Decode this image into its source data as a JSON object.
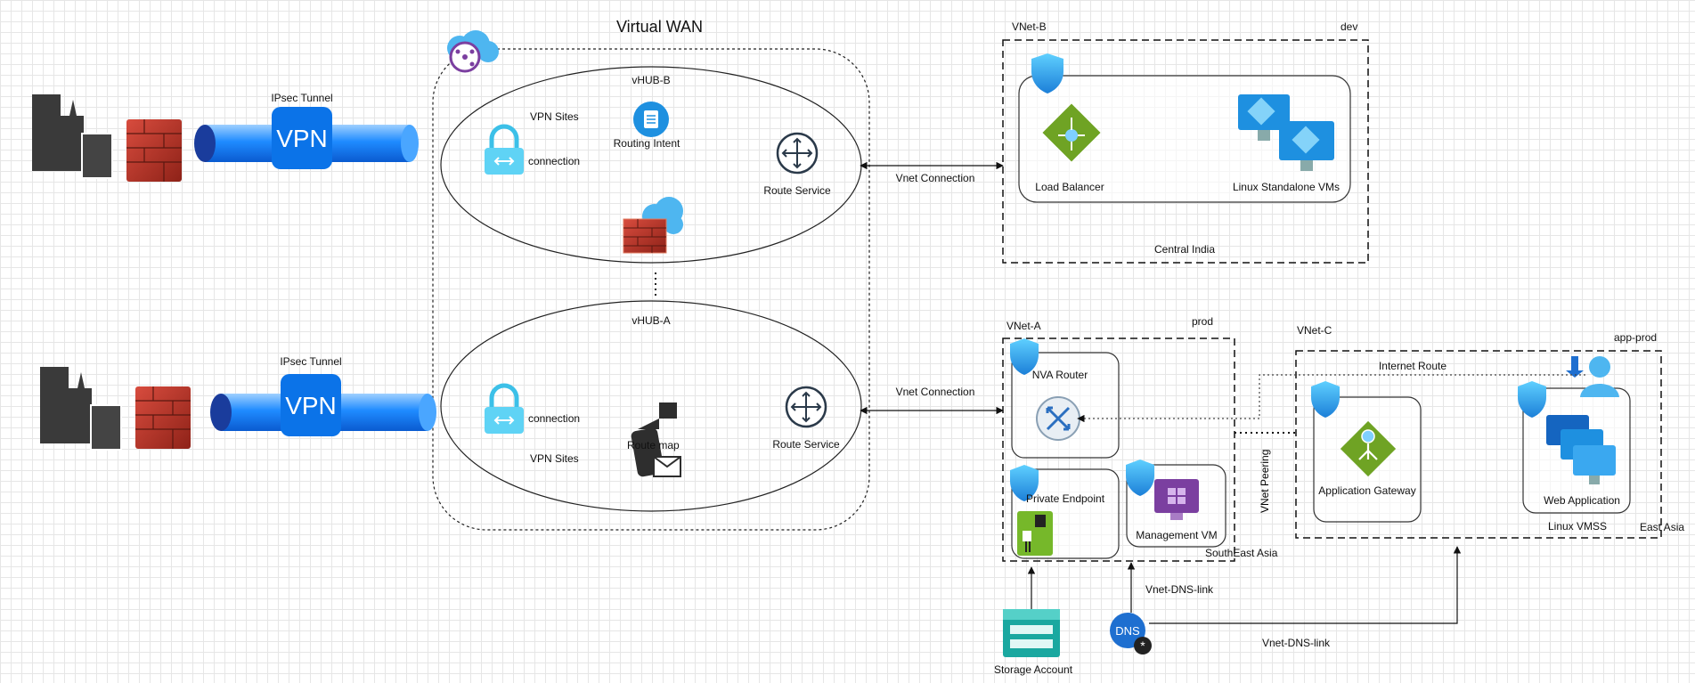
{
  "title": "Virtual WAN",
  "hubs": {
    "b": {
      "name": "vHUB-B",
      "vpn_sites": "VPN Sites",
      "connection": "connection",
      "routing_intent": "Routing Intent",
      "route_service": "Route Service"
    },
    "a": {
      "name": "vHUB-A",
      "vpn_sites": "VPN Sites",
      "connection": "connection",
      "route_map": "Route map",
      "route_service": "Route Service"
    }
  },
  "onprem": {
    "tunnel_label_top": "IPsec Tunnel",
    "tunnel_label_bottom": "IPsec Tunnel",
    "vpn_text": "VPN"
  },
  "links": {
    "vnet_conn_b": "Vnet Connection",
    "vnet_conn_a": "Vnet Connection",
    "internet_route": "Internet Route",
    "vnet_peering": "VNet Peering",
    "dns_link_1": "Vnet-DNS-link",
    "dns_link_2": "Vnet-DNS-link"
  },
  "vnet_b": {
    "name": "VNet-B",
    "tag": "dev",
    "region": "Central India",
    "lb": "Load Balancer",
    "vms": "Linux Standalone VMs"
  },
  "vnet_a": {
    "name": "VNet-A",
    "tag": "prod",
    "region": "SouthEast Asia",
    "nva": "NVA Router",
    "pe": "Private Endpoint",
    "mgmt": "Management VM"
  },
  "vnet_c": {
    "name": "VNet-C",
    "tag": "app-prod",
    "region": "East Asia",
    "appgw": "Application Gateway",
    "webapp": "Web Application",
    "vmss": "Linux VMSS"
  },
  "storage": "Storage Account",
  "colors": {
    "azure_blue": "#1e90e0",
    "firewall_red": "#b22b2b",
    "lb_green": "#6fa324",
    "purple": "#7b3fa0"
  }
}
